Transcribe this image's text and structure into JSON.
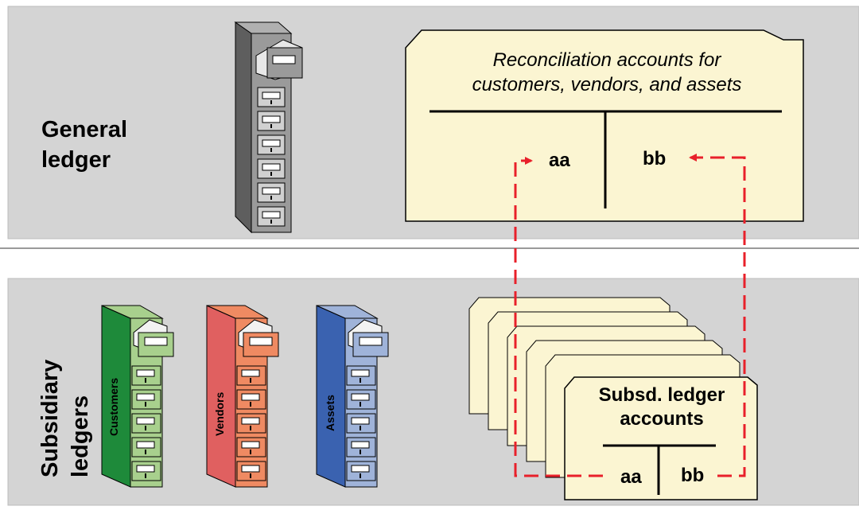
{
  "general_ledger": {
    "label_line1": "General",
    "label_line2": "ledger"
  },
  "subsidiary_ledgers": {
    "label_line1": "Subsidiary",
    "label_line2": "ledgers"
  },
  "reconciliation_card": {
    "title_line1": "Reconciliation accounts for",
    "title_line2": "customers, vendors, and assets",
    "left": "aa",
    "right": "bb"
  },
  "subledger_card": {
    "title_line1": "Subsd. ledger",
    "title_line2": "accounts",
    "left": "aa",
    "right": "bb"
  },
  "cabinets": [
    {
      "name": "Customers",
      "color": "#1e8a3a",
      "drawer_color": "#a8d08d"
    },
    {
      "name": "Vendors",
      "color": "#e06060",
      "drawer_color": "#ef8a62"
    },
    {
      "name": "Assets",
      "color": "#3a62b0",
      "drawer_color": "#9fb3d9"
    }
  ],
  "colors": {
    "band": "#d4d4d4",
    "card": "#fbf5d2",
    "arrow": "#e8202a",
    "gl_cabinet": "#8c8c8c"
  }
}
